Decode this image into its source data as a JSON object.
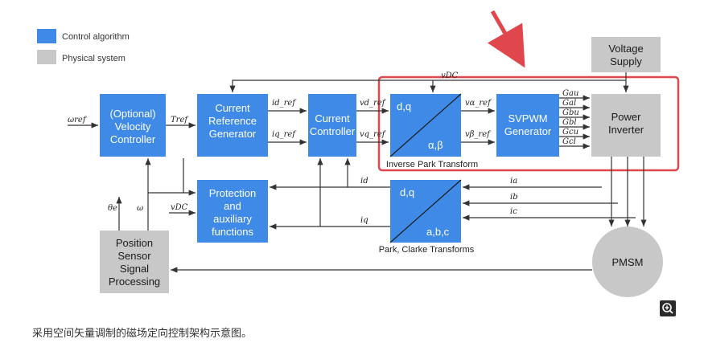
{
  "colors": {
    "control": "#3f8ae6",
    "physical": "#c8c8c8",
    "highlight": "#e0474c",
    "line": "#333333"
  },
  "legend": {
    "control": "Control algorithm",
    "physical": "Physical system"
  },
  "blocks": {
    "velocity": [
      "(Optional)",
      "Velocity",
      "Controller"
    ],
    "current_ref": [
      "Current",
      "Reference",
      "Generator"
    ],
    "current_ctrl": [
      "Current",
      "Controller"
    ],
    "inv_park_top": "d,q",
    "inv_park_bottom": "α,β",
    "inv_park_caption": "Inverse Park Transform",
    "svpwm": [
      "SVPWM",
      "Generator"
    ],
    "power_inverter": [
      "Power",
      "Inverter"
    ],
    "voltage_supply": [
      "Voltage",
      "Supply"
    ],
    "protection": [
      "Protection",
      "and",
      "auxiliary",
      "functions"
    ],
    "park_clarke_top": "d,q",
    "park_clarke_bottom": "a,b,c",
    "park_clarke_caption": "Park, Clarke Transforms",
    "position_sensor": [
      "Position",
      "Sensor",
      "Signal",
      "Processing"
    ],
    "pmsm": "PMSM"
  },
  "signals": {
    "omega_ref": "ωref",
    "t_ref": "Tref",
    "id_ref": "id_ref",
    "iq_ref": "iq_ref",
    "vd_ref": "vd_ref",
    "vq_ref": "vq_ref",
    "valpha_ref": "vα_ref",
    "vbeta_ref": "vβ_ref",
    "vdc_top": "vDC",
    "vdc_left": "vDC",
    "id": "id",
    "iq": "iq",
    "ia": "ia",
    "ib": "ib",
    "ic": "ic",
    "theta_e": "θe",
    "omega": "ω",
    "gates": [
      "Gau",
      "Gal",
      "Gbu",
      "Gbl",
      "Gcu",
      "Gcl"
    ]
  },
  "caption": "采用空间矢量调制的磁场定向控制架构示意图。"
}
